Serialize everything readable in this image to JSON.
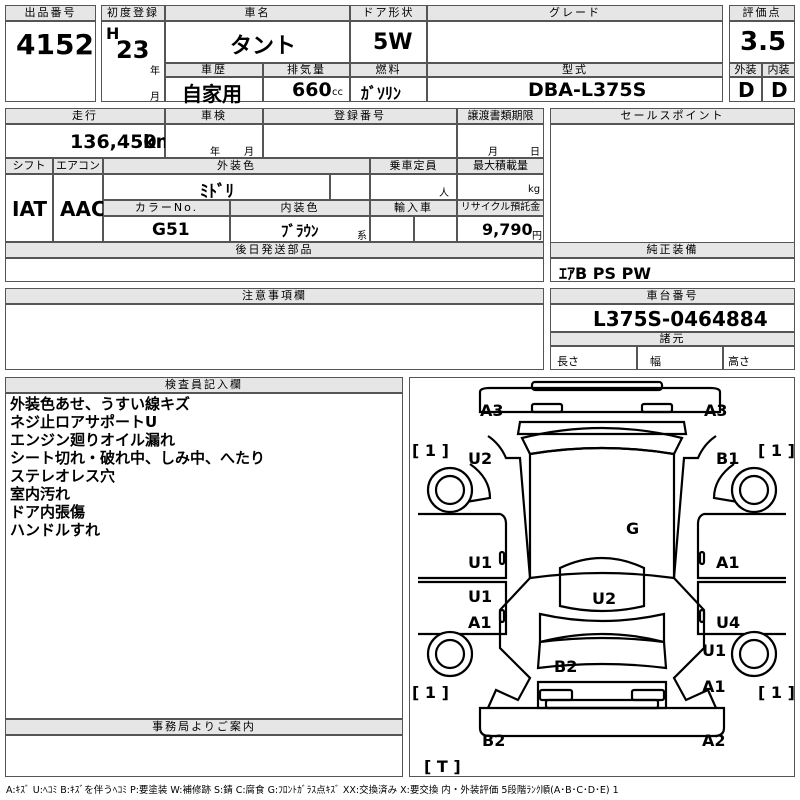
{
  "labels": {
    "lot_no": "出品番号",
    "first_reg": "初度登録",
    "car_name": "車名",
    "door": "ドア形状",
    "grade": "グレード",
    "score": "評価点",
    "history": "車歴",
    "displacement": "排気量",
    "fuel": "燃料",
    "model": "型式",
    "exterior": "外装",
    "interior": "内装",
    "mileage": "走行",
    "inspection": "車検",
    "reg_no": "登録番号",
    "transfer_due": "譲渡書類期限",
    "sales_point": "セールスポイント",
    "shift": "シフト",
    "aircon": "エアコン",
    "ext_color": "外装色",
    "capacity": "乗車定員",
    "max_load": "最大積載量",
    "color_no": "カラーNo.",
    "int_color": "内装色",
    "import": "輸入車",
    "recycle": "リサイクル預託金",
    "later_parts": "後日発送部品",
    "genuine_equip": "純正装備",
    "caution": "注意事項欄",
    "chassis_no": "車台番号",
    "dimensions": "諸元",
    "length": "長さ",
    "width": "幅",
    "height": "高さ",
    "inspector": "検査員記入欄",
    "office": "事務局よりご案内"
  },
  "units": {
    "year": "年",
    "month": "月",
    "cc": "cc",
    "km": "km",
    "person": "人",
    "kg": "kg",
    "yen": "円",
    "kei": "系",
    "h": "H"
  },
  "vehicle": {
    "lot_no": "4152",
    "first_reg_year": "23",
    "car_name": "タント",
    "door": "5W",
    "grade": "",
    "score": "3.5",
    "history": "自家用",
    "displacement": "660",
    "fuel": "ｶﾞｿﾘﾝ",
    "model": "DBA-L375S",
    "exterior_grade": "D",
    "interior_grade": "D",
    "mileage": "136,450",
    "shift": "IAT",
    "aircon": "AAC",
    "ext_color": "ﾐﾄﾞﾘ",
    "color_no": "G51",
    "int_color": "ﾌﾞﾗｳﾝ",
    "recycle": "9,790",
    "genuine_equip": "ｴｱB PS PW",
    "chassis_no": "L375S-0464884"
  },
  "inspector_notes": [
    "外装色あせ、うすい線キズ",
    "ネジ止ロアサポートU",
    "エンジン廻りオイル漏れ",
    "シート切れ・破れ中、しみ中、へたり",
    "ステレオレス穴",
    "室内汚れ",
    "ドア内張傷",
    "ハンドルすれ"
  ],
  "diagram_marks": {
    "front_left_corner": "A3",
    "front_right_corner": "A3",
    "front_left_fender": "U2",
    "front_right_fender": "B1",
    "roof": "G",
    "left_front_door": "U1",
    "right_front_door": "A1",
    "left_rear_door_top": "U1",
    "left_rear_door_bottom": "A1",
    "center_roof": "U2",
    "right_rear_door": "U4",
    "right_rear_fender": "U1",
    "rear_hatch": "B2",
    "right_rear_quarter": "A1",
    "rear_left_corner": "B2",
    "rear_right_corner": "A2",
    "tire_fl": "[ 1 ]",
    "tire_fr": "[ 1 ]",
    "tire_rl": "[ 1 ]",
    "tire_rr": "[ 1 ]",
    "spare": "[ T ]"
  },
  "legend": "A:ｷｽﾞ U:ﾍｺﾐ B:ｷｽﾞを伴うﾍｺﾐ P:要塗装 W:補修跡 S:錆 C:腐食 G:ﾌﾛﾝﾄｶﾞﾗｽ点ｷｽﾞ XX:交換済み X:要交換 内・外装評価 5段階ﾗﾝｸ順(A･B･C･D･E) 1"
}
